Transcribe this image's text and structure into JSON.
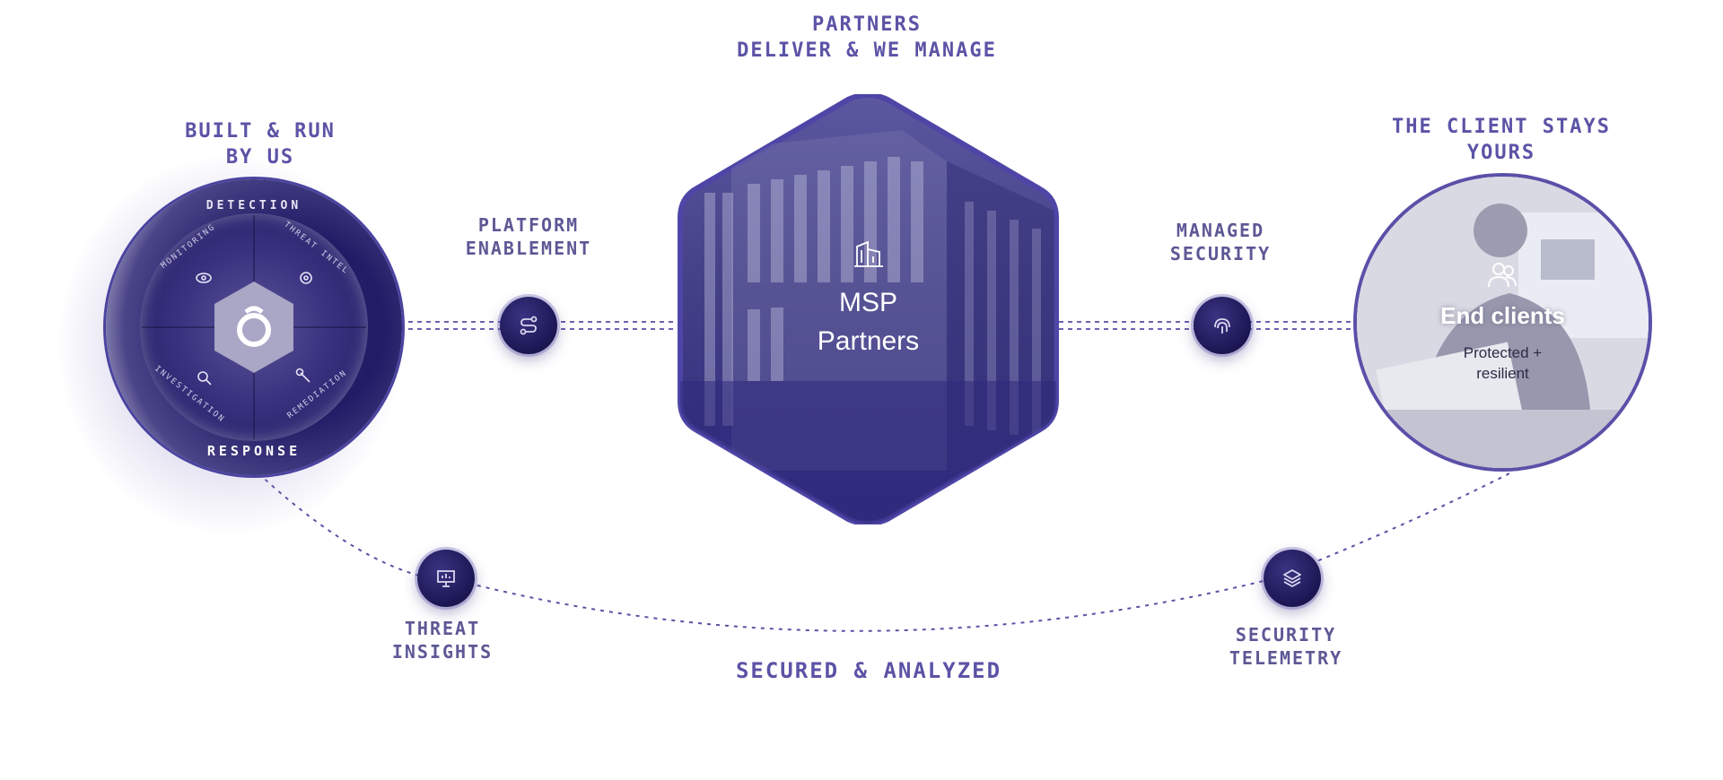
{
  "captions": {
    "center_top": [
      "PARTNERS",
      "DELIVER & WE MANAGE"
    ],
    "left_top": [
      "BUILT & RUN",
      "BY US"
    ],
    "right_top": [
      "THE CLIENT STAYS",
      "YOURS"
    ],
    "platform": [
      "PLATFORM",
      "ENABLEMENT"
    ],
    "managed": [
      "MANAGED",
      "SECURITY"
    ],
    "threat_insights": [
      "THREAT",
      "INSIGHTS"
    ],
    "security_telemetry": [
      "SECURITY",
      "TELEMETRY"
    ],
    "bottom": "SECURED & ANALYZED"
  },
  "wheel": {
    "top_label": "DETECTION",
    "bottom_label": "RESPONSE",
    "segments": [
      "MONITORING",
      "THREAT INTEL",
      "INVESTIGATION",
      "REMEDIATION"
    ]
  },
  "msp": {
    "line1": "MSP",
    "line2": "Partners"
  },
  "client": {
    "title": "End clients",
    "sub_line1": "Protected +",
    "sub_line2": "resilient"
  },
  "icons": {
    "platform": "route-icon",
    "managed": "fingerprint-icon",
    "threat": "presentation-chart-icon",
    "telemetry": "layers-icon",
    "msp": "building-icon",
    "client": "users-icon",
    "center_logo": "brand-logo-icon"
  },
  "colors": {
    "accent": "#5b53a6",
    "navy": "#1d1856",
    "hex_border": "#4e45a6",
    "connector": "#5a52a4"
  }
}
